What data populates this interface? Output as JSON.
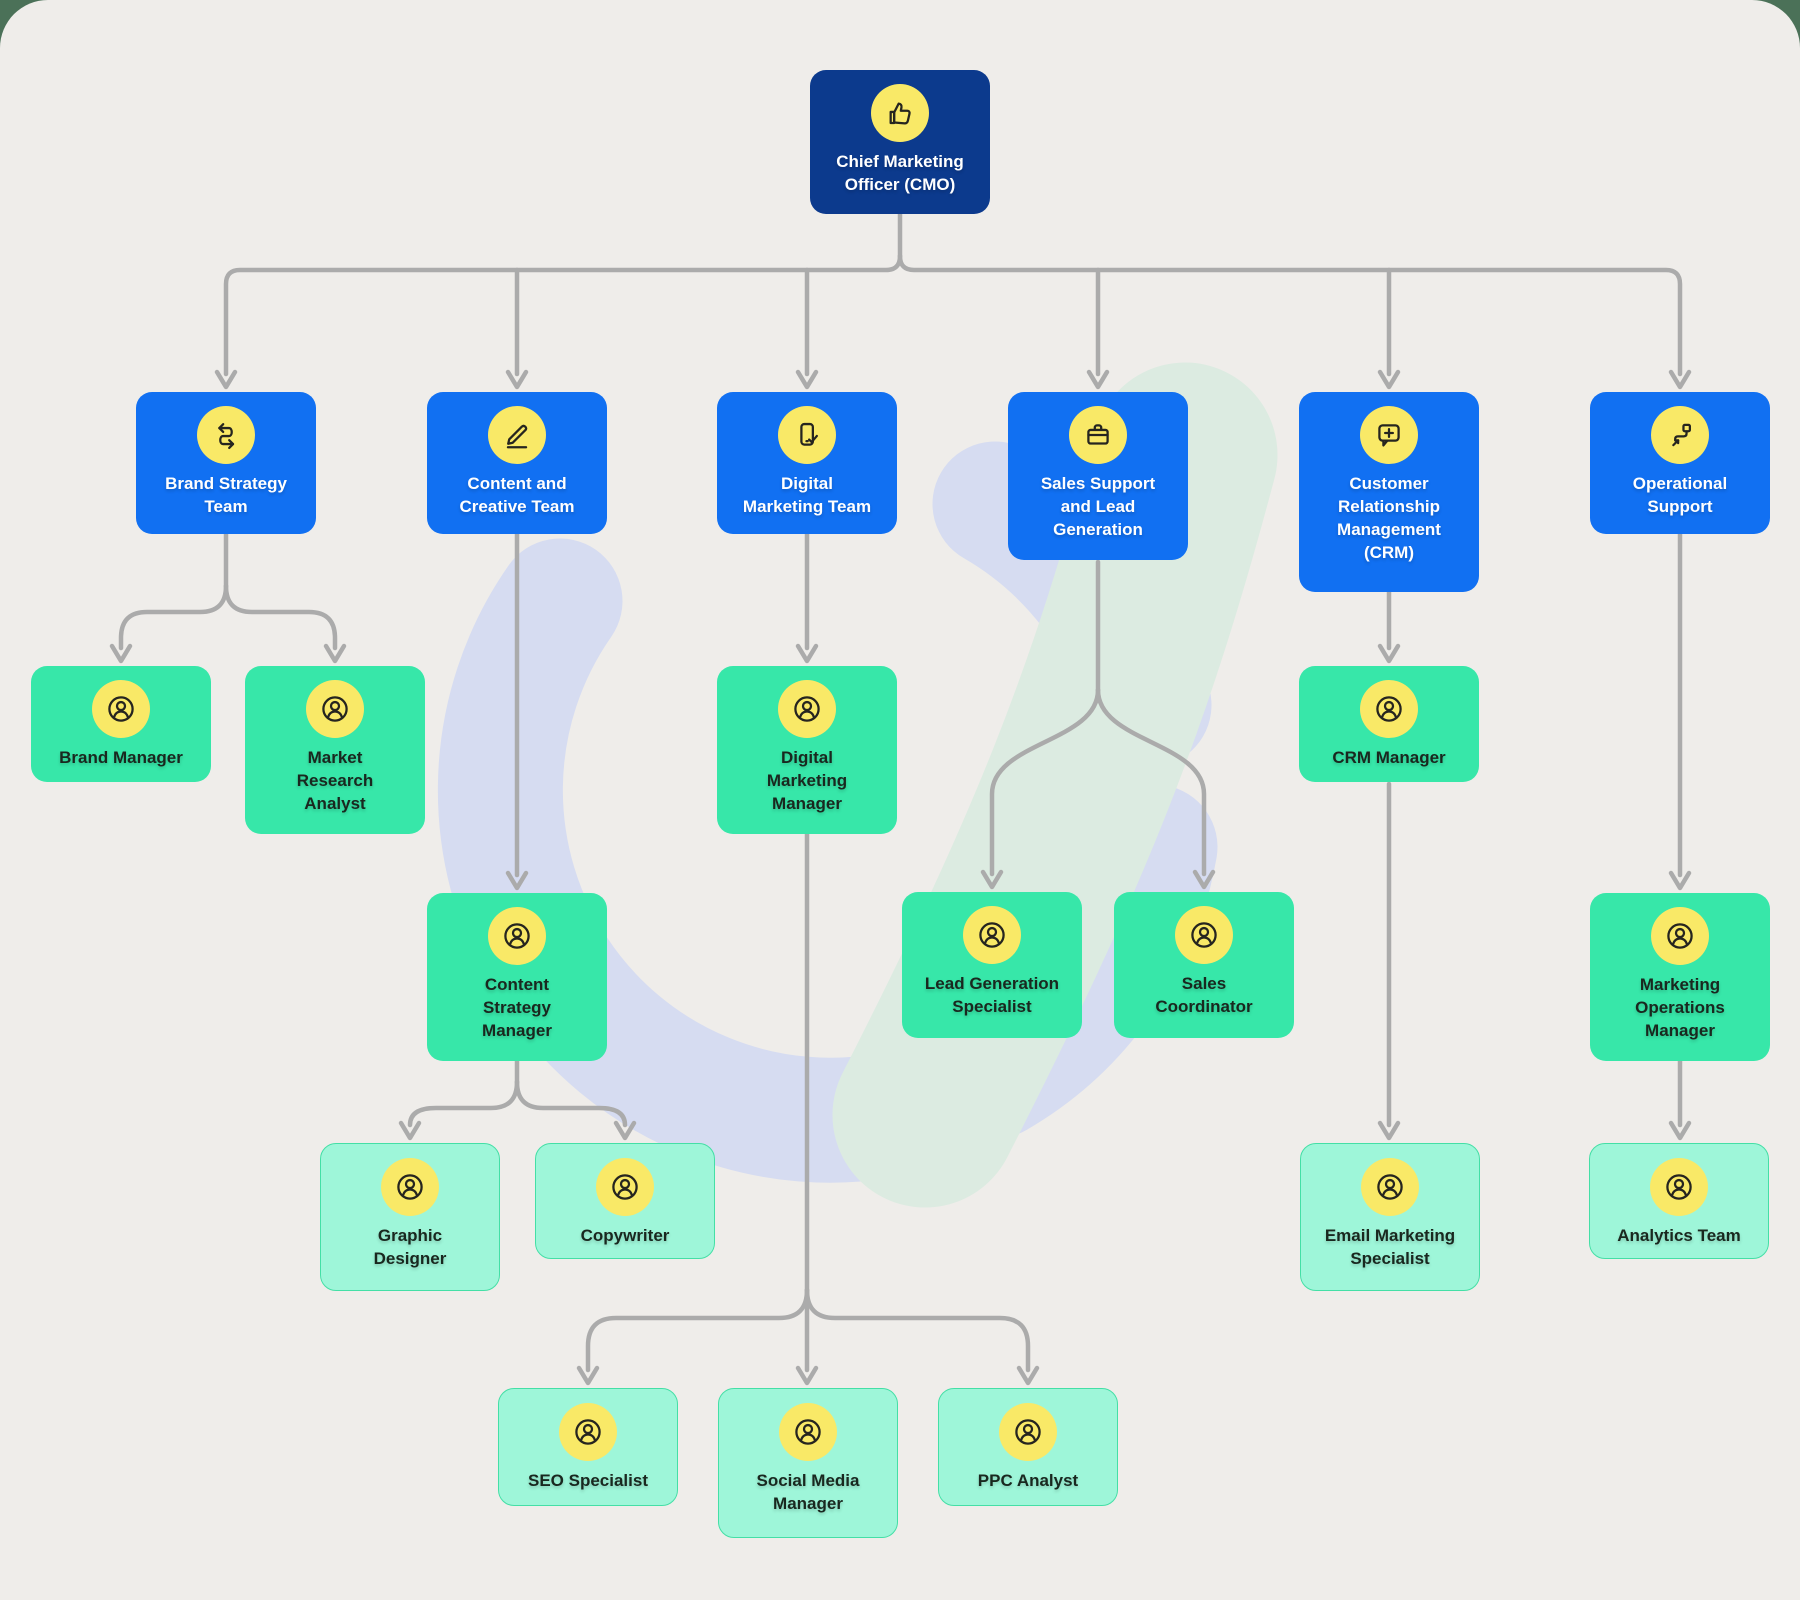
{
  "org_chart": {
    "title": "Marketing department organizational chart",
    "nodes": [
      {
        "id": "cmo",
        "label": "Chief Marketing Officer (CMO)",
        "lines": [
          "Chief Marketing",
          "Officer (CMO)"
        ],
        "icon": "thumbs-up",
        "level": "executive"
      },
      {
        "id": "brand-strategy-team",
        "label": "Brand Strategy Team",
        "lines": [
          "Brand Strategy",
          "Team"
        ],
        "icon": "shuffle-arrows",
        "level": "department"
      },
      {
        "id": "content-and-creative-team",
        "label": "Content and Creative Team",
        "lines": [
          "Content and",
          "Creative Team"
        ],
        "icon": "pencil",
        "level": "department"
      },
      {
        "id": "digital-marketing-team",
        "label": "Digital Marketing Team",
        "lines": [
          "Digital",
          "Marketing Team"
        ],
        "icon": "phone-check",
        "level": "department"
      },
      {
        "id": "sales-support-and-lead-generation",
        "label": "Sales Support and Lead Generation",
        "lines": [
          "Sales Support",
          "and Lead",
          "Generation"
        ],
        "icon": "briefcase",
        "level": "department"
      },
      {
        "id": "customer-relationship-management-crm",
        "label": "Customer Relationship Management (CRM)",
        "lines": [
          "Customer",
          "Relationship",
          "Management",
          "(CRM)"
        ],
        "icon": "chat-plus",
        "level": "department"
      },
      {
        "id": "operational-support",
        "label": "Operational Support",
        "lines": [
          "Operational",
          "Support"
        ],
        "icon": "flow-branch",
        "level": "department"
      },
      {
        "id": "brand-manager",
        "label": "Brand Manager",
        "lines": [
          "Brand Manager"
        ],
        "icon": "user",
        "level": "manager"
      },
      {
        "id": "market-research-analyst",
        "label": "Market Research Analyst",
        "lines": [
          "Market",
          "Research",
          "Analyst"
        ],
        "icon": "user",
        "level": "manager"
      },
      {
        "id": "digital-marketing-manager",
        "label": "Digital Marketing Manager",
        "lines": [
          "Digital",
          "Marketing",
          "Manager"
        ],
        "icon": "user",
        "level": "manager"
      },
      {
        "id": "crm-manager",
        "label": "CRM Manager",
        "lines": [
          "CRM Manager"
        ],
        "icon": "user",
        "level": "manager"
      },
      {
        "id": "content-strategy-manager",
        "label": "Content Strategy Manager",
        "lines": [
          "Content",
          "Strategy",
          "Manager"
        ],
        "icon": "user",
        "level": "manager"
      },
      {
        "id": "lead-generation-specialist",
        "label": "Lead Generation Specialist",
        "lines": [
          "Lead Generation",
          "Specialist"
        ],
        "icon": "user",
        "level": "manager"
      },
      {
        "id": "sales-coordinator",
        "label": "Sales Coordinator",
        "lines": [
          "Sales",
          "Coordinator"
        ],
        "icon": "user",
        "level": "manager"
      },
      {
        "id": "marketing-operations-manager",
        "label": "Marketing Operations Manager",
        "lines": [
          "Marketing",
          "Operations",
          "Manager"
        ],
        "icon": "user",
        "level": "manager"
      },
      {
        "id": "graphic-designer",
        "label": "Graphic Designer",
        "lines": [
          "Graphic",
          "Designer"
        ],
        "icon": "user",
        "level": "staff"
      },
      {
        "id": "copywriter",
        "label": "Copywriter",
        "lines": [
          "Copywriter"
        ],
        "icon": "user",
        "level": "staff"
      },
      {
        "id": "email-marketing-specialist",
        "label": "Email Marketing Specialist",
        "lines": [
          "Email Marketing",
          "Specialist"
        ],
        "icon": "user",
        "level": "staff"
      },
      {
        "id": "analytics-team",
        "label": "Analytics Team",
        "lines": [
          "Analytics Team"
        ],
        "icon": "user",
        "level": "staff"
      },
      {
        "id": "seo-specialist",
        "label": "SEO Specialist",
        "lines": [
          "SEO Specialist"
        ],
        "icon": "user",
        "level": "staff"
      },
      {
        "id": "social-media-manager",
        "label": "Social Media Manager",
        "lines": [
          "Social Media",
          "Manager"
        ],
        "icon": "user",
        "level": "staff"
      },
      {
        "id": "ppc-analyst",
        "label": "PPC Analyst",
        "lines": [
          "PPC Analyst"
        ],
        "icon": "user",
        "level": "staff"
      }
    ],
    "edges": [
      {
        "from": "cmo",
        "to": "brand-strategy-team"
      },
      {
        "from": "cmo",
        "to": "content-and-creative-team"
      },
      {
        "from": "cmo",
        "to": "digital-marketing-team"
      },
      {
        "from": "cmo",
        "to": "sales-support-and-lead-generation"
      },
      {
        "from": "cmo",
        "to": "customer-relationship-management-crm"
      },
      {
        "from": "cmo",
        "to": "operational-support"
      },
      {
        "from": "brand-strategy-team",
        "to": "brand-manager"
      },
      {
        "from": "brand-strategy-team",
        "to": "market-research-analyst"
      },
      {
        "from": "content-and-creative-team",
        "to": "content-strategy-manager"
      },
      {
        "from": "content-strategy-manager",
        "to": "graphic-designer"
      },
      {
        "from": "content-strategy-manager",
        "to": "copywriter"
      },
      {
        "from": "digital-marketing-team",
        "to": "digital-marketing-manager"
      },
      {
        "from": "digital-marketing-manager",
        "to": "seo-specialist"
      },
      {
        "from": "digital-marketing-manager",
        "to": "social-media-manager"
      },
      {
        "from": "digital-marketing-manager",
        "to": "ppc-analyst"
      },
      {
        "from": "sales-support-and-lead-generation",
        "to": "lead-generation-specialist"
      },
      {
        "from": "sales-support-and-lead-generation",
        "to": "sales-coordinator"
      },
      {
        "from": "customer-relationship-management-crm",
        "to": "crm-manager"
      },
      {
        "from": "crm-manager",
        "to": "email-marketing-specialist"
      },
      {
        "from": "operational-support",
        "to": "marketing-operations-manager"
      },
      {
        "from": "marketing-operations-manager",
        "to": "analytics-team"
      }
    ],
    "colors": {
      "page_background": "#4b7158",
      "canvas_background": "#efedea",
      "executive_fill": "#0c3a8d",
      "department_fill": "#1170f2",
      "manager_fill": "#37e7a9",
      "staff_fill": "#9ef6d9",
      "staff_border": "#44dfa6",
      "icon_badge": "#f9e967",
      "icon_stroke": "#26251f",
      "connector": "#ababab",
      "light_text": "#ffffff",
      "dark_text": "#19281f",
      "watermark_blue": "#d6dcf1",
      "watermark_green": "#dcebe1"
    }
  }
}
